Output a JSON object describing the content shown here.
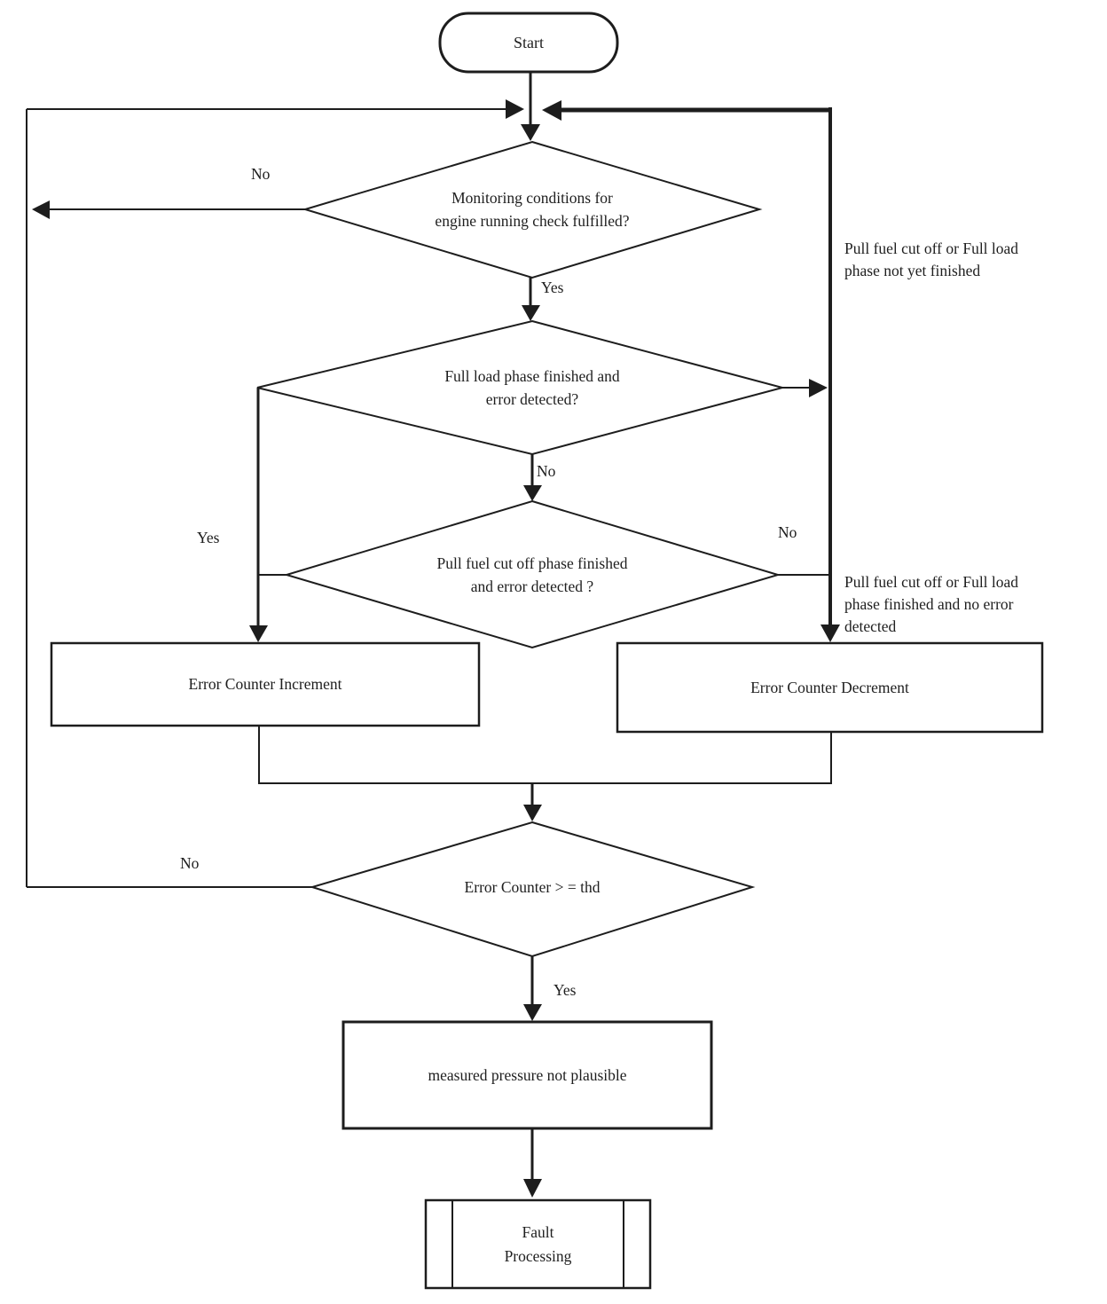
{
  "colors": {
    "ink": "#1d1d1d",
    "background": "#ffffff"
  },
  "nodes": {
    "start": "Start",
    "decision_monitoring": "Monitoring conditions for\nengine running check fulfilled?",
    "decision_full_load": "Full load phase finished and\nerror detected?",
    "decision_fuel_cut": "Pull fuel cut off phase finished\nand error detected ?",
    "process_increment": "Error Counter Increment",
    "process_decrement": "Error Counter Decrement",
    "decision_threshold": "Error Counter > = thd",
    "process_not_plausible": "measured pressure not plausible",
    "fault_processing": "Fault\nProcessing"
  },
  "edge_labels": {
    "monitoring_no": "No",
    "monitoring_yes": "Yes",
    "full_load_no": "No",
    "full_load_yes": "Yes",
    "fuel_cut_no": "No",
    "threshold_no": "No",
    "threshold_yes": "Yes"
  },
  "annotations": {
    "not_yet_finished": "Pull fuel cut off or Full load\nphase not yet finished",
    "no_error_detected": "Pull fuel cut off or Full load\nphase finished and no error\ndetected"
  }
}
